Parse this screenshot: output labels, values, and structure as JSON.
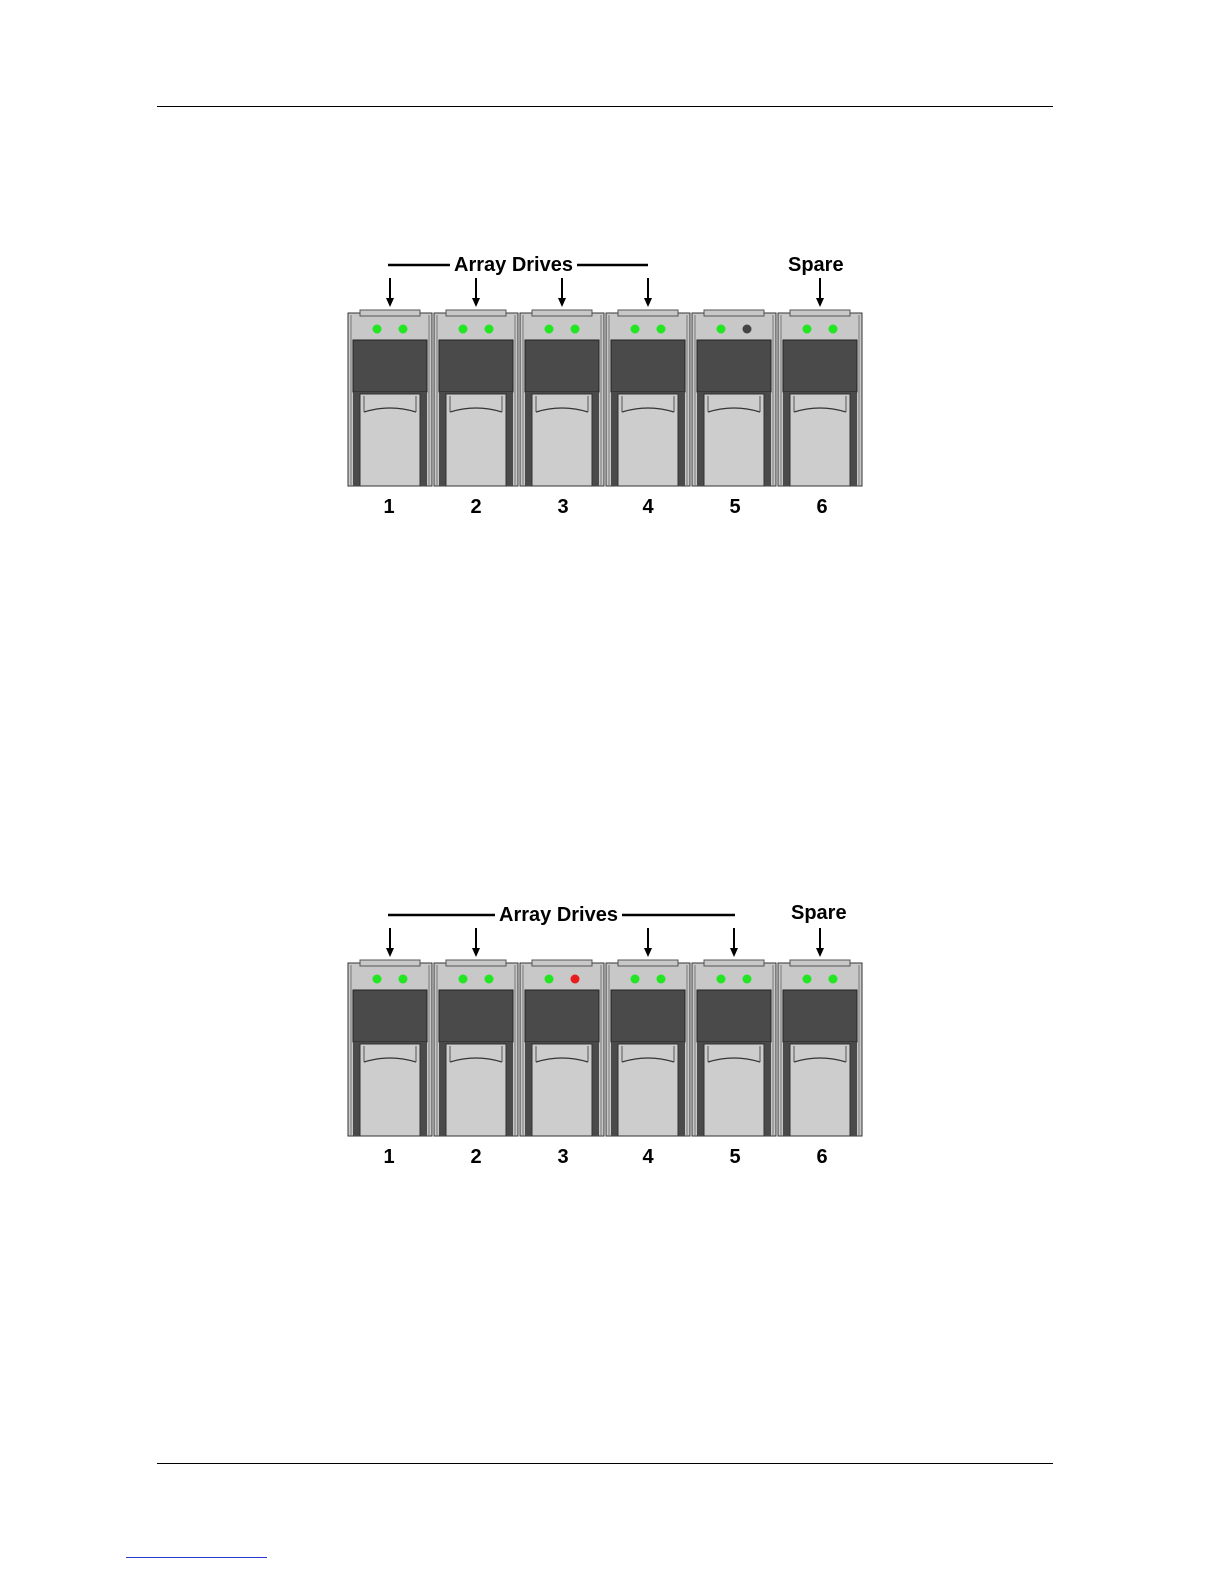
{
  "colors": {
    "led_green": "#22e622",
    "led_red": "#e81c1c",
    "led_off": "#444444",
    "carrier_frame": "#c8c8c8",
    "carrier_dark": "#4a4a4a",
    "carrier_light": "#cdcdcd"
  },
  "figures": [
    {
      "group_label": "Array Drives",
      "spare_label": "Spare",
      "array_bays": [
        1,
        2,
        3,
        4
      ],
      "spare_bay": 6,
      "bays": [
        {
          "number": "1",
          "leds": [
            "green",
            "green"
          ]
        },
        {
          "number": "2",
          "leds": [
            "green",
            "green"
          ]
        },
        {
          "number": "3",
          "leds": [
            "green",
            "green"
          ]
        },
        {
          "number": "4",
          "leds": [
            "green",
            "green"
          ]
        },
        {
          "number": "5",
          "leds": [
            "green",
            "off"
          ]
        },
        {
          "number": "6",
          "leds": [
            "green",
            "green"
          ]
        }
      ]
    },
    {
      "group_label": "Array Drives",
      "spare_label": "Spare",
      "array_bays": [
        1,
        2,
        4,
        5
      ],
      "spare_bay": 6,
      "bays": [
        {
          "number": "1",
          "leds": [
            "green",
            "green"
          ]
        },
        {
          "number": "2",
          "leds": [
            "green",
            "green"
          ]
        },
        {
          "number": "3",
          "leds": [
            "green",
            "red"
          ]
        },
        {
          "number": "4",
          "leds": [
            "green",
            "green"
          ]
        },
        {
          "number": "5",
          "leds": [
            "green",
            "green"
          ]
        },
        {
          "number": "6",
          "leds": [
            "green",
            "green"
          ]
        }
      ]
    }
  ]
}
